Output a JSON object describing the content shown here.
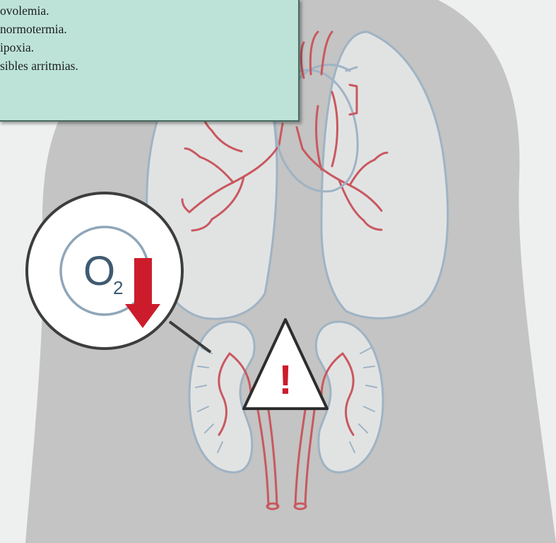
{
  "info_box": {
    "lines": [
      "ovolemia.",
      "normotermia.",
      "ipoxia.",
      "sibles arritmias."
    ]
  },
  "badge": {
    "o2_letter": "O",
    "o2_subscript": "2"
  },
  "warning": {
    "symbol": "!"
  },
  "colors": {
    "background": "#eef0ef",
    "body": "#c3c4c3",
    "organ_fill": "#e1e3e3",
    "organ_outline": "#9fb3c4",
    "vessel_red": "#c9585f",
    "alert_red": "#cc1c2b",
    "note_fill": "#bde3d8"
  },
  "icons": [
    "oxygen-icon",
    "down-arrow-icon",
    "warning-icon"
  ]
}
